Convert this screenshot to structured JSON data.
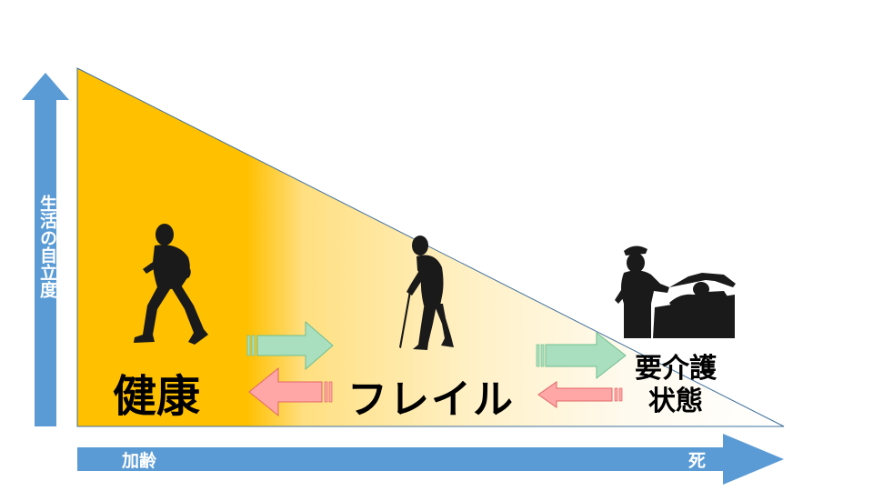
{
  "diagram": {
    "y_axis_label": "生活の自立度",
    "x_axis_start_label": "加齢",
    "x_axis_end_label": "死",
    "stages": {
      "health": "健康",
      "frailty": "フレイル",
      "care_needed_line1": "要介護",
      "care_needed_line2": "状態"
    },
    "figures": {
      "health": "walking-person-icon",
      "frailty": "elderly-person-with-cane-icon",
      "care_needed": "caregiver-with-bedridden-person-icon"
    },
    "colors": {
      "axis_arrow": "#5b9bd5",
      "health_zone": "#ffc000",
      "forward_arrow": "#a9dfbf",
      "backward_arrow": "#ffa7a7"
    }
  }
}
